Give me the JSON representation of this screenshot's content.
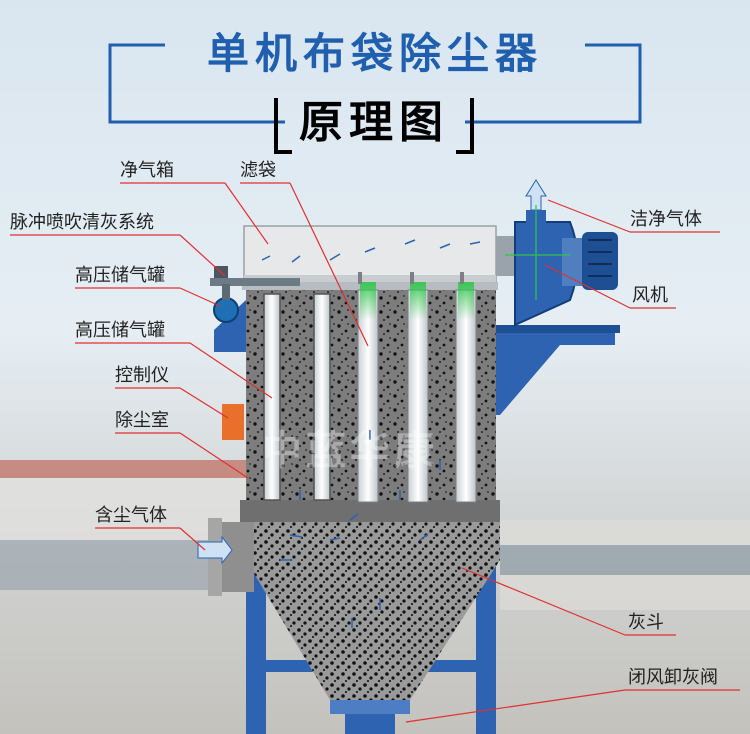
{
  "title": "单机布袋除尘器",
  "subtitle": "原理图",
  "watermark": "中蓝华康",
  "labels": {
    "clean_air_box": "净气箱",
    "filter_bag": "滤袋",
    "pulse_blow": "脉冲喷吹清灰系统",
    "hp_tank_1": "高压储气罐",
    "hp_tank_2": "高压储气罐",
    "controller": "控制仪",
    "dust_chamber": "除尘室",
    "dusty_gas": "含尘气体",
    "clean_gas": "洁净气体",
    "fan": "风机",
    "ash_hopper": "灰斗",
    "airlock_valve": "闭风卸灰阀"
  },
  "colors": {
    "title_blue": "#1f5fae",
    "leader_red": "#e03030",
    "frame_blue": "#2d63b0",
    "chamber_gray": "#8a8a8a",
    "controller_orange": "#e8702a",
    "airflow_green": "#2ec84a"
  }
}
